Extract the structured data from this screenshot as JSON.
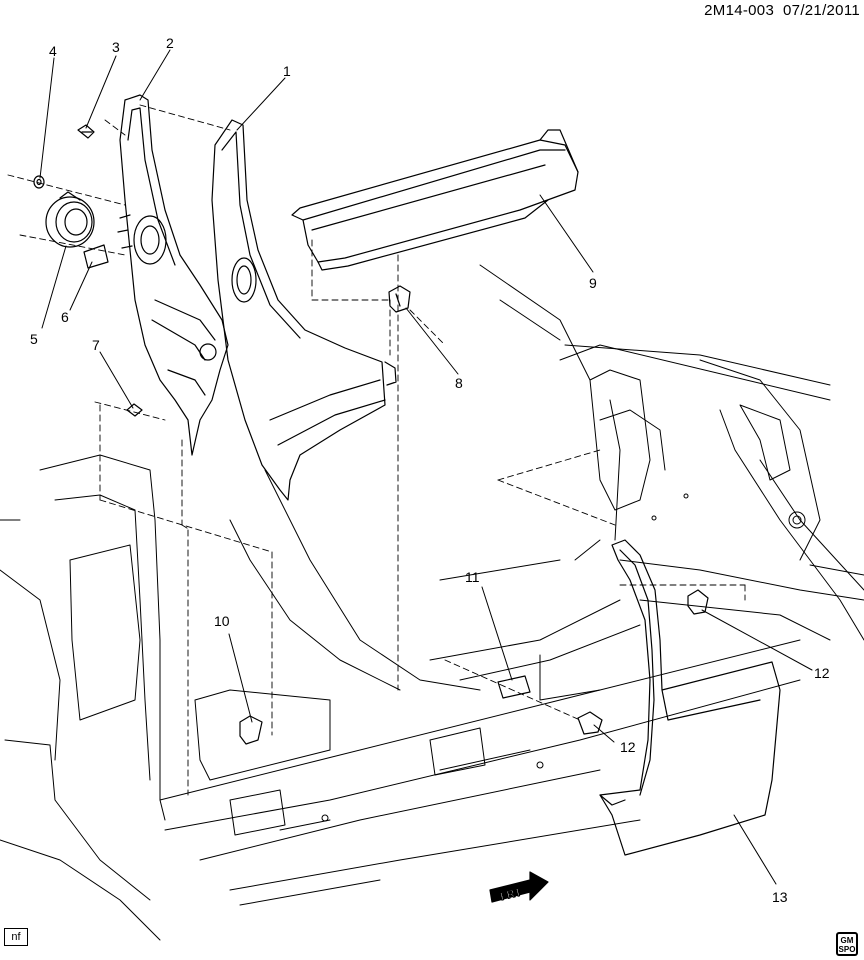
{
  "header": {
    "code": "2M14-003",
    "date": "07/21/2011"
  },
  "footer": {
    "note_box": "nf"
  },
  "direction_arrow": {
    "label": "FRT"
  },
  "callouts": [
    "1",
    "2",
    "3",
    "4",
    "5",
    "6",
    "7",
    "8",
    "9",
    "10",
    "11",
    "12",
    "12",
    "13"
  ],
  "colors": {
    "ink": "#000000",
    "background": "#ffffff"
  }
}
